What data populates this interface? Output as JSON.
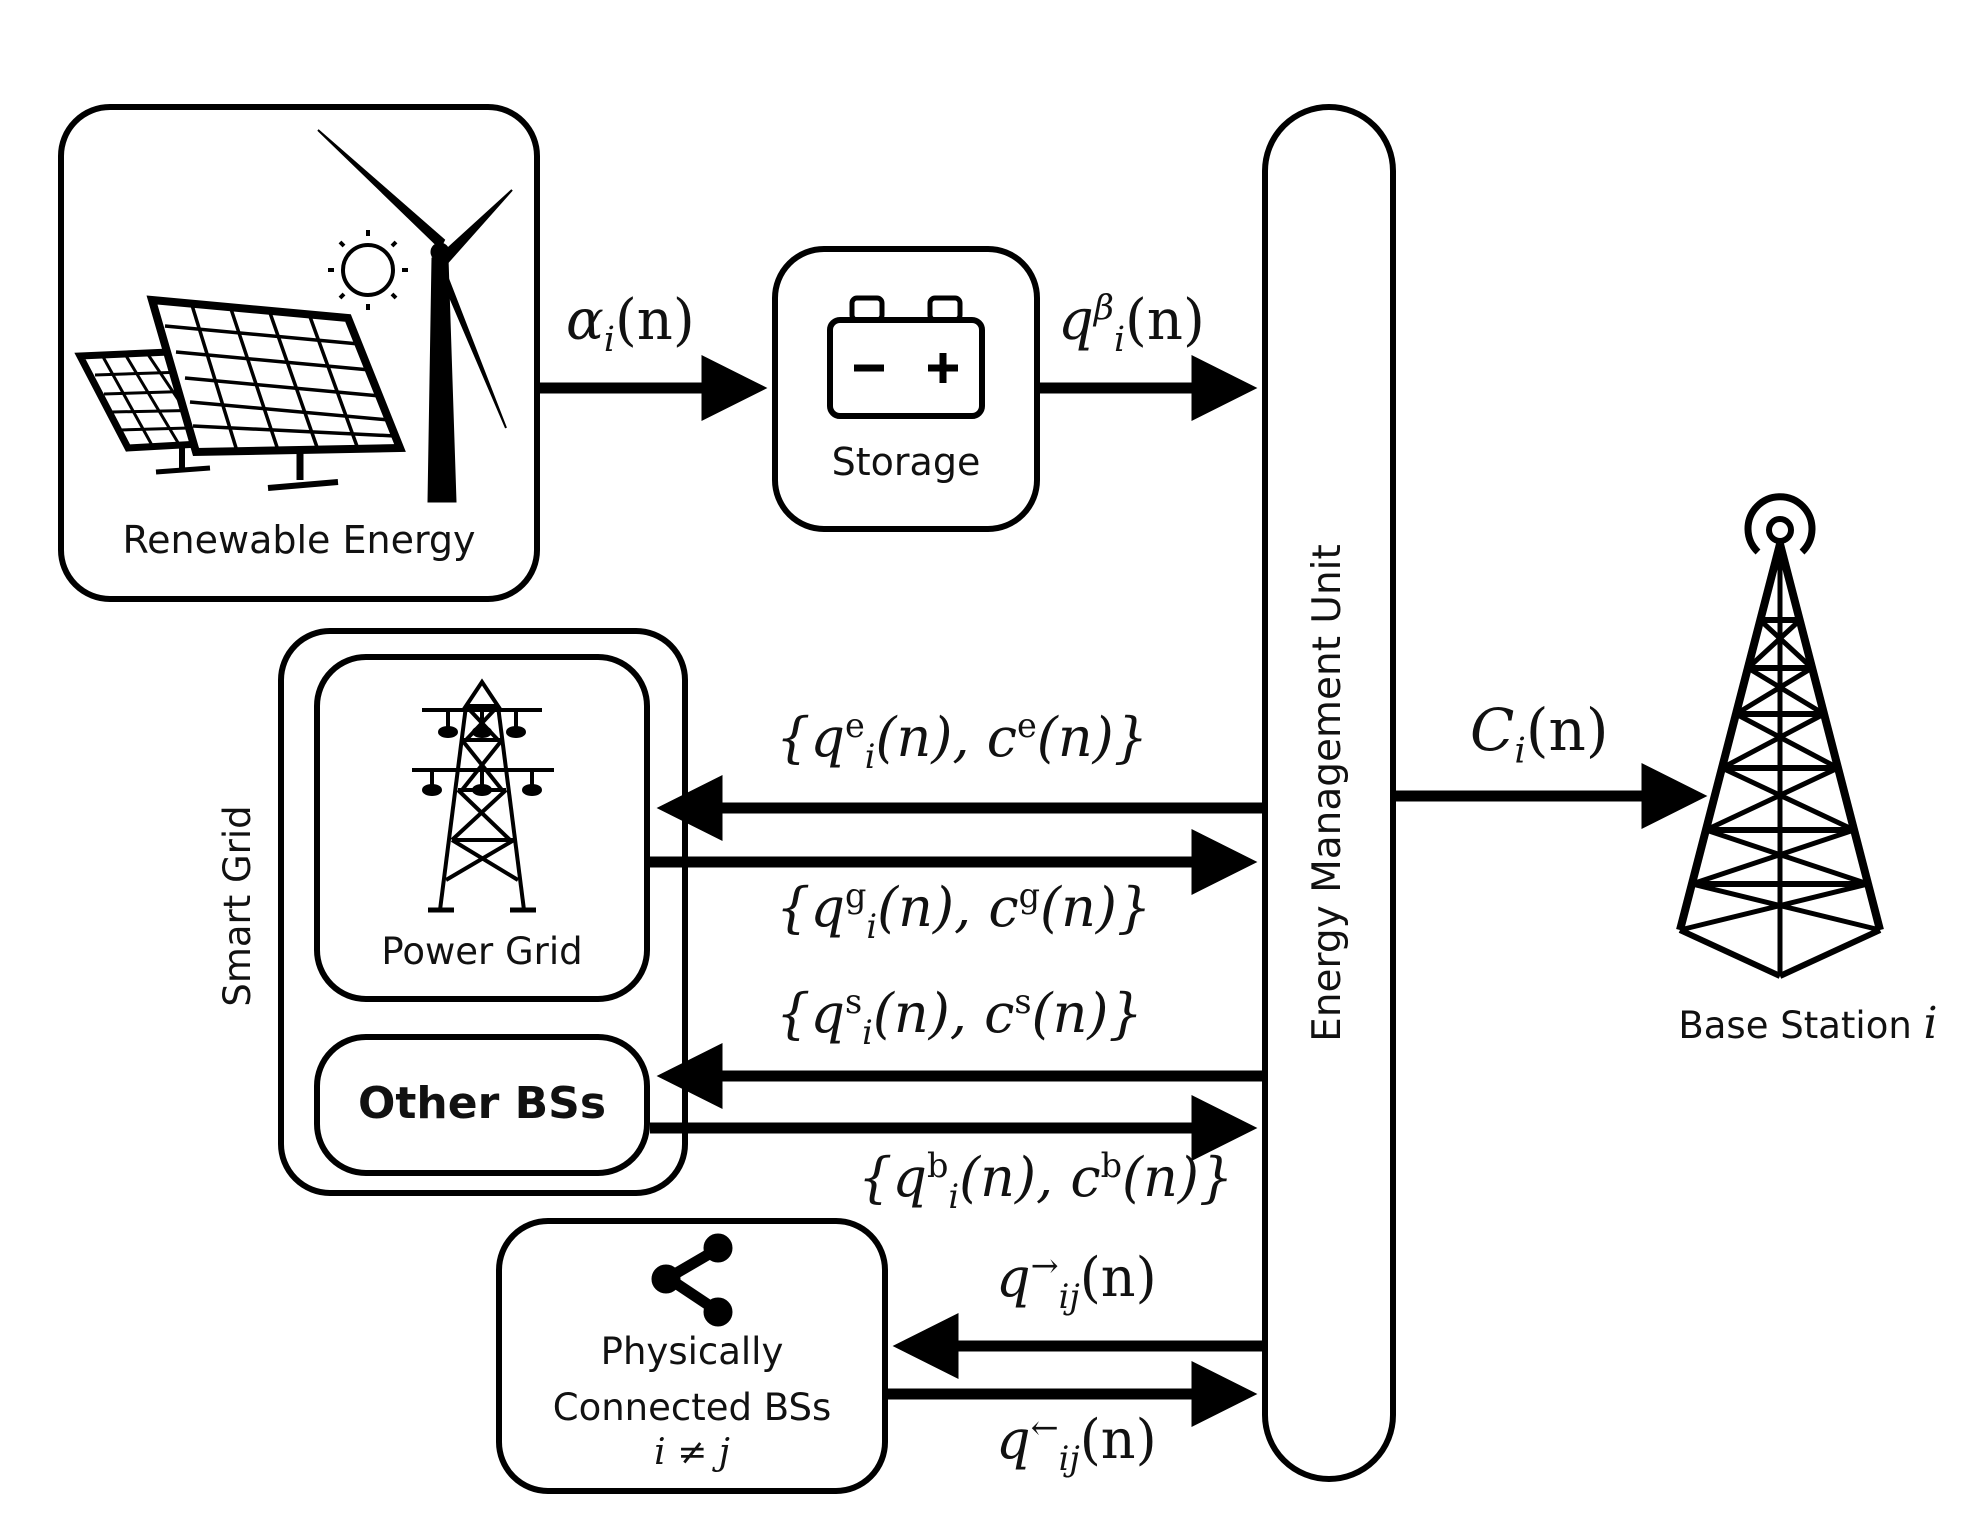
{
  "nodes": {
    "renewable": {
      "label": "Renewable Energy"
    },
    "storage": {
      "label": "Storage"
    },
    "emu": {
      "label": "Energy Management Unit"
    },
    "smart_grid": {
      "label": "Smart Grid"
    },
    "power_grid": {
      "label": "Power Grid"
    },
    "other_bss": {
      "label": "Other BSs"
    },
    "physically": {
      "line1": "Physically",
      "line2": "Connected BSs",
      "line3": "i ≠ j"
    },
    "base_station": {
      "label": "Base Station",
      "index": "i"
    }
  },
  "edges": {
    "alpha": {
      "base": "α",
      "sub": "i",
      "arg": "(n)"
    },
    "qbeta": {
      "base": "q",
      "sup": "β",
      "sub": "i",
      "arg": "(n)"
    },
    "qe": {
      "text_open": "{q",
      "sup": "e",
      "sub": "i",
      "mid": "(n), c",
      "sup2": "e",
      "close": "(n)}"
    },
    "qg": {
      "text_open": "{q",
      "sup": "g",
      "sub": "i",
      "mid": "(n), c",
      "sup2": "g",
      "close": "(n)}"
    },
    "qs": {
      "text_open": "{q",
      "sup": "s",
      "sub": "i",
      "mid": "(n), c",
      "sup2": "s",
      "close": "(n)}"
    },
    "qb": {
      "text_open": "{q",
      "sup": "b",
      "sub": "i",
      "mid": "(n), c",
      "sup2": "b",
      "close": "(n)}"
    },
    "qright": {
      "base": "q",
      "sup": "→",
      "sub": "ij",
      "arg": "(n)"
    },
    "qleft": {
      "base": "q",
      "sup": "←",
      "sub": "ij",
      "arg": "(n)"
    },
    "ci": {
      "base": "C",
      "sub": "i",
      "arg": "(n)"
    }
  },
  "icons": [
    "solar-panel-icon",
    "wind-turbine-icon",
    "sun-icon",
    "battery-icon",
    "transmission-tower-icon",
    "share-icon",
    "antenna-tower-icon"
  ]
}
